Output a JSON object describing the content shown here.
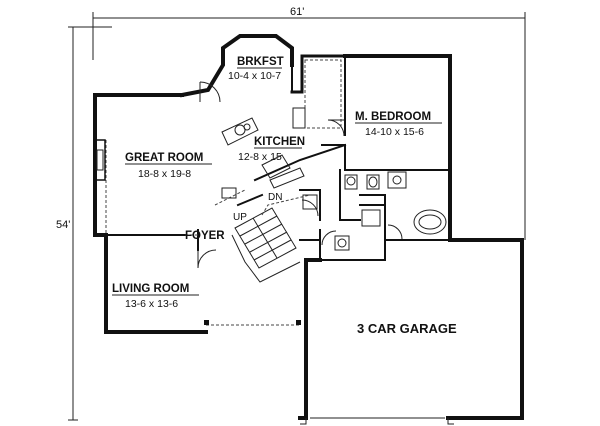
{
  "dimensions": {
    "width": "61'",
    "depth": "54'"
  },
  "rooms": {
    "brkfst": {
      "name": "BRKFST",
      "size": "10-4 x 10-7"
    },
    "kitchen": {
      "name": "KITCHEN",
      "size": "12-8 x 15"
    },
    "great_room": {
      "name": "GREAT ROOM",
      "size": "18-8 x 19-8"
    },
    "master_bedroom": {
      "name": "M. BEDROOM",
      "size": "14-10 x 15-6"
    },
    "foyer": {
      "name": "FOYER"
    },
    "living_room": {
      "name": "LIVING ROOM",
      "size": "13-6 x 13-6"
    },
    "garage": {
      "name": "3 CAR GARAGE"
    }
  },
  "stairs": {
    "up": "UP",
    "down": "DN"
  }
}
